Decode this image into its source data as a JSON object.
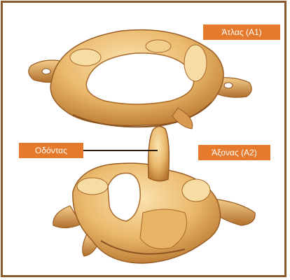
{
  "labels": {
    "atlas": "Άτλας (Α1)",
    "dens": "Οδόντας",
    "axis": "Άξονας (Α2)"
  },
  "colors": {
    "frame": "#8b5a2b",
    "label_bg": "#e57a2c",
    "label_text": "#ffffff",
    "bone_light": "#f6d69a",
    "bone_mid": "#e2aa5a",
    "bone_dark": "#a9692a"
  }
}
